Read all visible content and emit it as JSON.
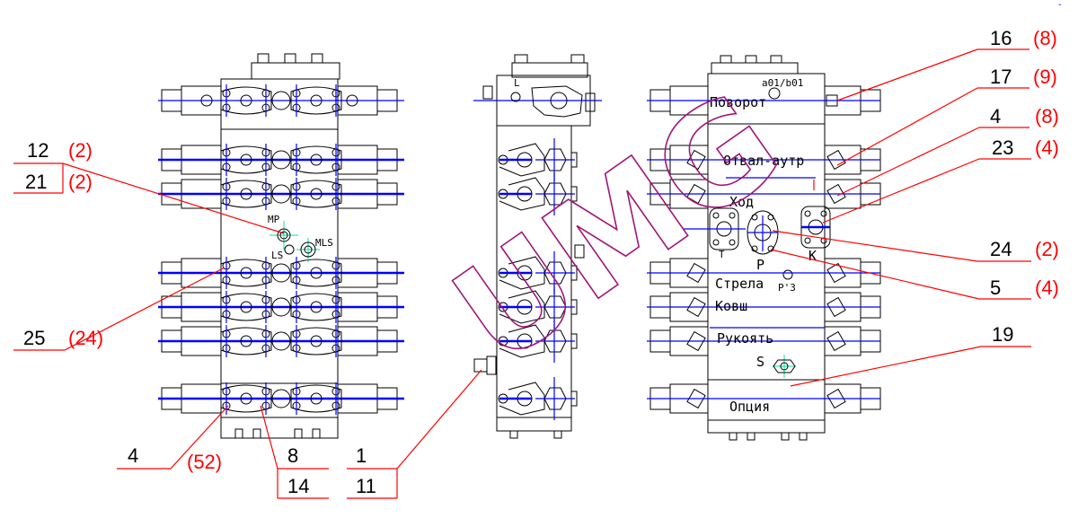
{
  "drawing": {
    "title": "Hydraulic control valve block — three views with callouts",
    "watermark": "UMG",
    "corner_mark": "-"
  },
  "front_view": {
    "port_labels": {
      "mp": "MP",
      "ls": "LS",
      "mls": "MLS"
    }
  },
  "rear_view": {
    "top_label": "a01/b01",
    "sections": {
      "swing": "Поворот",
      "blade": "Отвал-аутр",
      "travel": "Ход",
      "boom": "Стрела",
      "bucket": "Ковш",
      "arm": "Рукоять",
      "option": "Опция"
    },
    "port_labels": {
      "t": "T",
      "p": "P",
      "k": "K",
      "p3": "P'3",
      "s": "S"
    }
  },
  "callouts": {
    "left": [
      {
        "item": "12",
        "qty": "(2)"
      },
      {
        "item": "21",
        "qty": "(2)"
      },
      {
        "item": "25",
        "qty": "(24)"
      },
      {
        "item": "4",
        "qty": "(52)"
      }
    ],
    "bottom": [
      {
        "item": "8",
        "sub": "14"
      },
      {
        "item": "1",
        "sub": "11"
      }
    ],
    "right": [
      {
        "item": "16",
        "qty": "(8)"
      },
      {
        "item": "17",
        "qty": "(9)"
      },
      {
        "item": "4",
        "qty": "(8)"
      },
      {
        "item": "23",
        "qty": "(4)"
      },
      {
        "item": "24",
        "qty": "(2)"
      },
      {
        "item": "5",
        "qty": "(4)"
      },
      {
        "item": "19",
        "qty": ""
      }
    ]
  },
  "colors": {
    "outline": "#000000",
    "centerline": "#0000ff",
    "leader": "#ff0000",
    "aux": "#00e5a0",
    "watermark": "#a0157a"
  }
}
